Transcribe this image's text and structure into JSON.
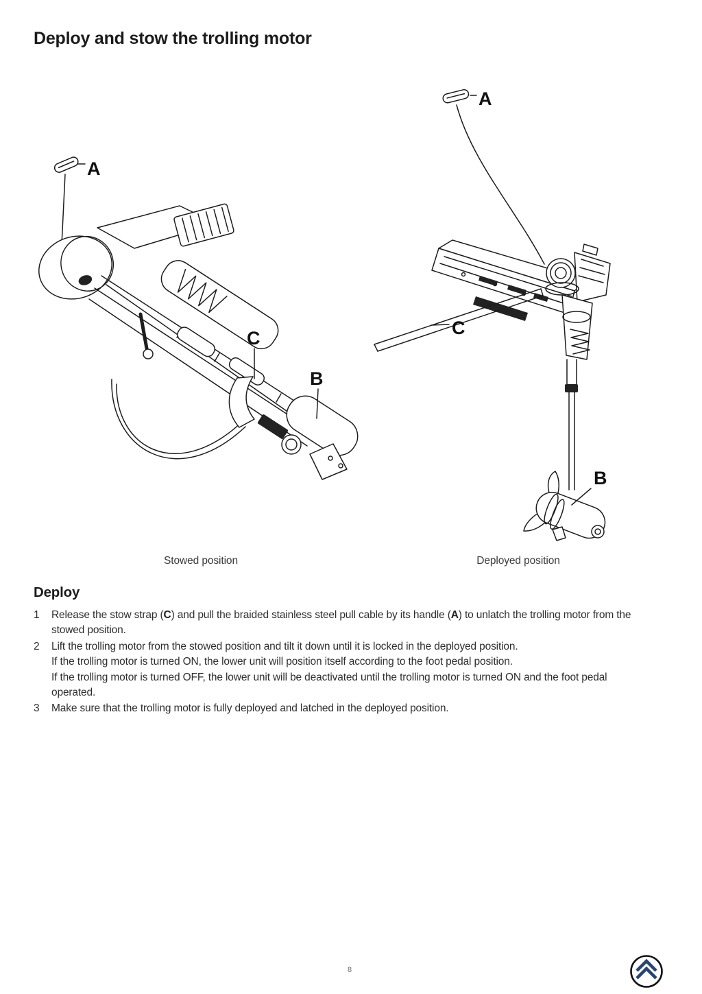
{
  "page": {
    "title": "Deploy and stow the trolling motor"
  },
  "figures": {
    "stowed": {
      "caption": "Stowed position",
      "label_a": "A",
      "label_b": "B",
      "label_c": "C"
    },
    "deployed": {
      "caption": "Deployed position",
      "label_a": "A",
      "label_b": "B",
      "label_c": "C"
    }
  },
  "deploy": {
    "heading": "Deploy",
    "step1": {
      "num": "1",
      "t1": "Release the stow strap (",
      "b1": "C",
      "t2": ") and pull the braided stainless steel pull cable by its handle (",
      "b2": "A",
      "t3": ") to unlatch the trolling motor from the stowed position."
    },
    "step2": {
      "num": "2",
      "line1": "Lift the trolling motor from the stowed position and tilt it down until it is locked in the deployed position.",
      "line2": "If the trolling motor is turned ON, the lower unit will position itself according to the foot pedal position.",
      "line3": "If the trolling motor is turned OFF, the lower unit will be deactivated until the trolling motor is turned ON and the foot pedal operated."
    },
    "step3": {
      "num": "3",
      "text": "Make sure that the trolling motor is fully deployed and latched in the deployed position."
    }
  },
  "footer": {
    "page_number": "8"
  },
  "colors": {
    "ink": "#1d1d1d",
    "body_text": "#2e2e2e",
    "logo_ring": "#121212",
    "logo_chevron": "#2a4570"
  }
}
